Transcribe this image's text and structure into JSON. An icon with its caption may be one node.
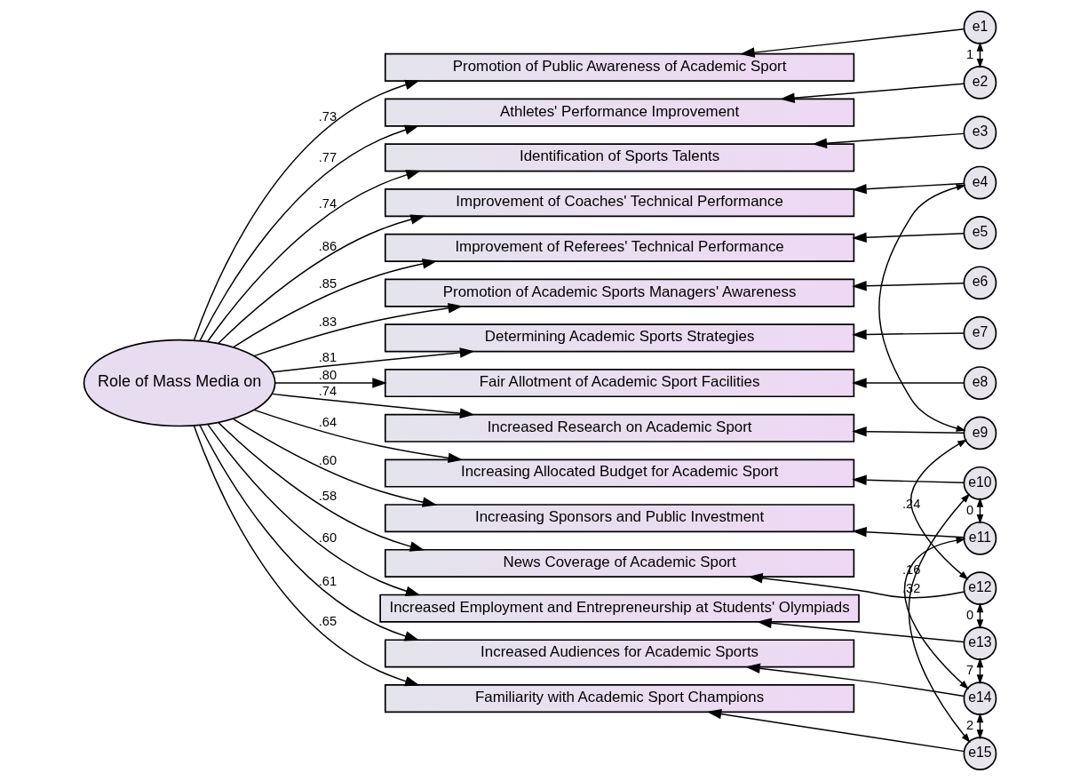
{
  "diagram": {
    "nodes": [
      {
        "text": [
          "Role of Mass Media on"
        ]
      },
      {
        "text": [
          "Promotion of Public Awareness of Academic Sport"
        ]
      },
      {
        "text": [
          "Athletes' Performance Improvement"
        ]
      },
      {
        "text": [
          "Identification of Sports Talents"
        ]
      },
      {
        "text": [
          "Improvement of Coaches' Technical Performance"
        ]
      },
      {
        "text": [
          "Improvement of Referees' Technical Performance"
        ]
      },
      {
        "text": [
          "Promotion of Academic Sports Managers' Awareness"
        ]
      },
      {
        "text": [
          "Determining Academic Sports Strategies"
        ]
      },
      {
        "text": [
          "Fair Allotment of Academic Sport Facilities"
        ]
      },
      {
        "text": [
          "Increased Research on Academic Sport"
        ]
      },
      {
        "text": [
          "Increasing Allocated Budget for Academic Sport"
        ]
      },
      {
        "text": [
          "Increasing Sponsors and Public Investment"
        ]
      },
      {
        "text": [
          "News Coverage of Academic Sport"
        ]
      },
      {
        "text": [
          "Increased Employment and Entrepreneurship at Students' Olympiads"
        ]
      },
      {
        "text": [
          "Increased Audiences for Academic Sports"
        ]
      },
      {
        "text": [
          "Familiarity with Academic Sport Champions"
        ]
      },
      {
        "text": [
          "e1"
        ]
      },
      {
        "text": [
          "e2"
        ]
      },
      {
        "text": [
          "e3"
        ]
      },
      {
        "text": [
          "e4"
        ]
      },
      {
        "text": [
          "e5"
        ]
      },
      {
        "text": [
          "e6"
        ]
      },
      {
        "text": [
          "e7"
        ]
      },
      {
        "text": [
          "e8"
        ]
      },
      {
        "text": [
          "e9"
        ]
      },
      {
        "text": [
          "e10"
        ]
      },
      {
        "text": [
          "e11"
        ]
      },
      {
        "text": [
          "e12"
        ]
      },
      {
        "text": [
          "e13"
        ]
      },
      {
        "text": [
          "e14"
        ]
      },
      {
        "text": [
          "e15"
        ]
      }
    ],
    "edges": [
      {
        "from": 0,
        "to": 1,
        "arrow": "to",
        "label": ".73"
      },
      {
        "from": 0,
        "to": 2,
        "arrow": "to",
        "label": ".77"
      },
      {
        "from": 0,
        "to": 3,
        "arrow": "to",
        "label": ".74"
      },
      {
        "from": 0,
        "to": 4,
        "arrow": "to",
        "label": ".86"
      },
      {
        "from": 0,
        "to": 5,
        "arrow": "to",
        "label": ".85"
      },
      {
        "from": 0,
        "to": 6,
        "arrow": "to",
        "label": ".83"
      },
      {
        "from": 0,
        "to": 7,
        "arrow": "to",
        "label": ".81"
      },
      {
        "from": 0,
        "to": 8,
        "arrow": "to",
        "label": ".80"
      },
      {
        "from": 0,
        "to": 9,
        "arrow": "to",
        "label": ".74"
      },
      {
        "from": 0,
        "to": 10,
        "arrow": "to",
        "label": ".64"
      },
      {
        "from": 0,
        "to": 11,
        "arrow": "to",
        "label": ".60"
      },
      {
        "from": 0,
        "to": 12,
        "arrow": "to",
        "label": ".58"
      },
      {
        "from": 0,
        "to": 13,
        "arrow": "to",
        "label": ".60"
      },
      {
        "from": 0,
        "to": 14,
        "arrow": "to",
        "label": ".61"
      },
      {
        "from": 0,
        "to": 15,
        "arrow": "to",
        "label": ".65"
      },
      {
        "from": 16,
        "to": 1,
        "arrow": "to"
      },
      {
        "from": 17,
        "to": 2,
        "arrow": "to"
      },
      {
        "from": 18,
        "to": 3,
        "arrow": "to"
      },
      {
        "from": 19,
        "to": 4,
        "arrow": "to"
      },
      {
        "from": 20,
        "to": 5,
        "arrow": "to"
      },
      {
        "from": 21,
        "to": 6,
        "arrow": "to"
      },
      {
        "from": 22,
        "to": 7,
        "arrow": "to"
      },
      {
        "from": 23,
        "to": 8,
        "arrow": "to"
      },
      {
        "from": 24,
        "to": 9,
        "arrow": "to"
      },
      {
        "from": 25,
        "to": 10,
        "arrow": "to"
      },
      {
        "from": 26,
        "to": 11,
        "arrow": "to"
      },
      {
        "from": 27,
        "to": 12,
        "arrow": "to"
      },
      {
        "from": 28,
        "to": 13,
        "arrow": "to"
      },
      {
        "from": 29,
        "to": 14,
        "arrow": "to"
      },
      {
        "from": 30,
        "to": 15,
        "arrow": "to"
      },
      {
        "from": 16,
        "to": 17,
        "arrow": "both",
        "label": "1"
      },
      {
        "from": 19,
        "to": 24,
        "arrow": "both"
      },
      {
        "from": 25,
        "to": 26,
        "arrow": "both",
        "label": "0"
      },
      {
        "from": 24,
        "to": 27,
        "arrow": "both",
        "label": ".24"
      },
      {
        "from": 27,
        "to": 28,
        "arrow": "both",
        "label": "0"
      },
      {
        "from": 26,
        "to": 29,
        "arrow": "both",
        "label": ".16"
      },
      {
        "from": 25,
        "to": 30,
        "arrow": "both",
        "label": ".32"
      },
      {
        "from": 28,
        "to": 29,
        "arrow": "both",
        "label": "7"
      },
      {
        "from": 29,
        "to": 30,
        "arrow": "both",
        "label": "2"
      }
    ]
  }
}
